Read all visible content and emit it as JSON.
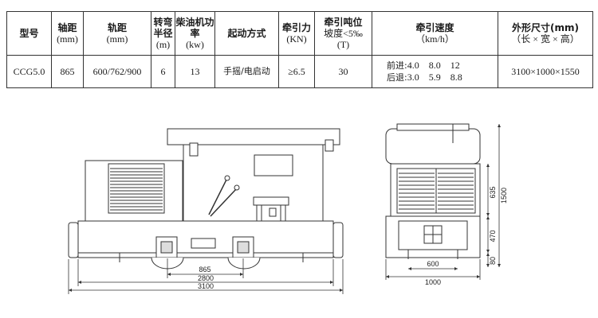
{
  "spec_table": {
    "headers": {
      "model": "型号",
      "wheelbase": "轴距",
      "wheelbase_unit": "(mm)",
      "gauge": "轨距",
      "gauge_unit": "(mm)",
      "turn_radius": "转弯半径",
      "turn_radius_unit": "(m)",
      "diesel_power": "柴油机功 率",
      "diesel_power_unit": "(kw)",
      "start_method": "起动方式",
      "tractive_force": "牵引力",
      "tractive_force_unit": "(KN)",
      "traction_tonnage": "牵引吨位",
      "traction_tonnage_note": "坡度<5‰",
      "traction_tonnage_unit": "(T)",
      "traction_speed": "牵引速度",
      "traction_speed_unit": "（km/h）",
      "dimensions": "外形尺寸(mm)",
      "dimensions_unit": "（长 × 宽 × 高）"
    },
    "row": {
      "model": "CCG5.0",
      "wheelbase": "865",
      "gauge": "600/762/900",
      "turn_radius": "6",
      "diesel_power": "13",
      "start_method": "手摇/电启动",
      "tractive_force": "≥6.5",
      "traction_tonnage": "30",
      "forward_label": "前进:",
      "forward_speeds": "4.0    8.0    12",
      "reverse_label": "后退:",
      "reverse_speeds": "3.0    5.9    8.8",
      "dimensions": "3100×1000×1550"
    }
  },
  "side_view": {
    "dim_wheelbase": "865",
    "dim_mid": "2800",
    "dim_overall": "3100"
  },
  "front_view": {
    "dim_top": "635",
    "dim_total_height": "1500",
    "dim_lower": "470",
    "dim_base": "80",
    "dim_gauge": "600",
    "dim_width": "1000"
  }
}
